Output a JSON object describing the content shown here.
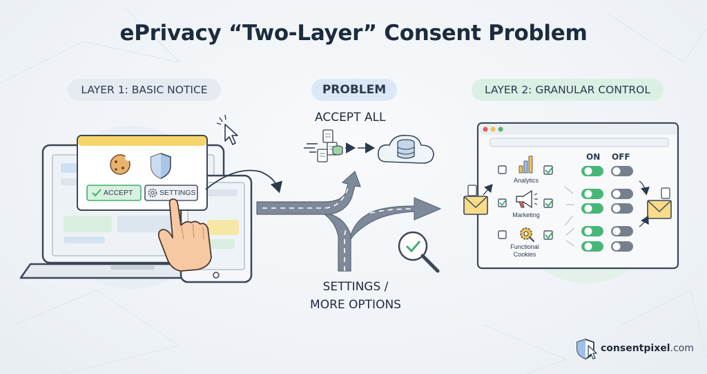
{
  "title": "ePrivacy “Two-Layer” Consent Problem",
  "layer1": {
    "label": "LAYER 1: BASIC NOTICE",
    "accept_button": "ACCEPT",
    "settings_button": "SETTINGS"
  },
  "problem": {
    "label": "PROBLEM",
    "accept_all": "ACCEPT ALL",
    "settings_line1": "SETTINGS /",
    "settings_line2": "MORE OPTIONS"
  },
  "layer2": {
    "label": "LAYER 2: GRANULAR CONTROL",
    "on_label": "ON",
    "off_label": "OFF",
    "categories": [
      {
        "line1": "Analytics",
        "line2": ""
      },
      {
        "line1": "Marketing",
        "line2": ""
      },
      {
        "line1": "Functional",
        "line2": "Cookies"
      }
    ]
  },
  "brand": {
    "name": "consentpixel",
    "domain": ".com"
  },
  "colors": {
    "accent_green": "#3fae6f",
    "toggle_on": "#47b777",
    "toggle_off": "#76808c",
    "road": "#7e8a99",
    "pill_layer1": "#e6ebf2",
    "pill_problem": "#dce8f5",
    "pill_layer2": "#dcefe5"
  },
  "icons": [
    "cookie-icon",
    "shield-icon",
    "cursor-icon",
    "hand-pointer-icon",
    "cloud-database-icon",
    "document-icon",
    "magnifier-check-icon",
    "envelope-icon",
    "bar-chart-icon",
    "megaphone-icon",
    "gear-icon",
    "checkbox-icon",
    "toggle-icon"
  ]
}
